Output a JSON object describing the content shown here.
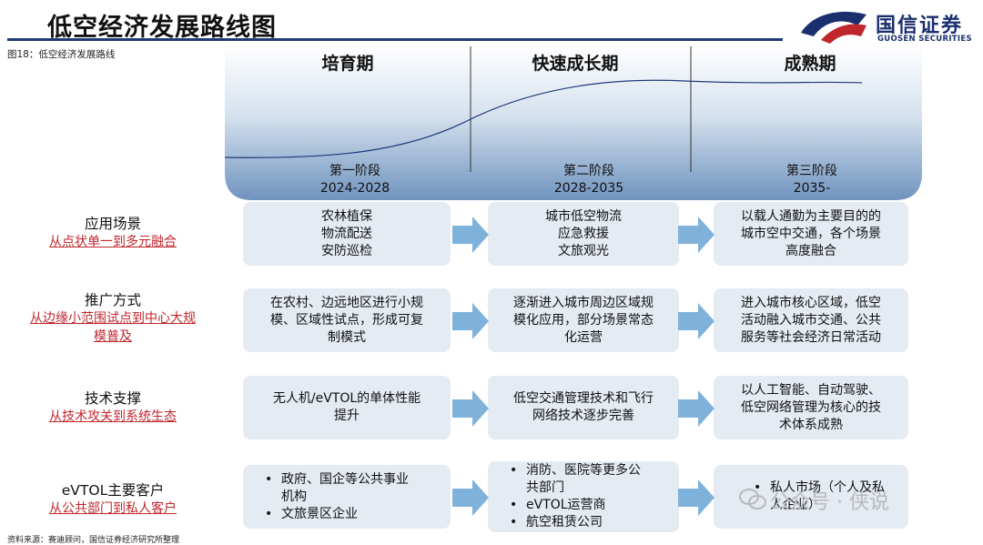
{
  "header": {
    "title": "低空经济发展路线图",
    "figure_label": "图18：低空经济发展路线",
    "logo_cn": "国信证券",
    "logo_en": "GUOSEN SECURITIES"
  },
  "phases": [
    {
      "name": "培育期",
      "stage": "第一阶段",
      "years": "2024-2028"
    },
    {
      "name": "快速成长期",
      "stage": "第二阶段",
      "years": "2028-2035"
    },
    {
      "name": "成熟期",
      "stage": "第三阶段",
      "years": "2035-"
    }
  ],
  "rows": [
    {
      "title": "应用场景",
      "subtitle": "从点状单一到多元融合",
      "cells": [
        {
          "lines": [
            "农林植保",
            "物流配送",
            "安防巡检"
          ]
        },
        {
          "lines": [
            "城市低空物流",
            "应急救援",
            "文旅观光"
          ]
        },
        {
          "lines": [
            "以载人通勤为主要目的的",
            "城市空中交通，各个场景",
            "高度融合"
          ]
        }
      ]
    },
    {
      "title": "推广方式",
      "subtitle_lines": [
        "从边缘小范围试点到中心大规",
        "模普及"
      ],
      "cells": [
        {
          "lines": [
            "在农村、边远地区进行小规",
            "模、区域性试点，形成可复",
            "制模式"
          ]
        },
        {
          "lines": [
            "逐渐进入城市周边区域规",
            "模化应用，部分场景常态",
            "化运营"
          ]
        },
        {
          "lines": [
            "进入城市核心区域，低空",
            "活动融入城市交通、公共",
            "服务等社会经济日常活动"
          ]
        }
      ]
    },
    {
      "title": "技术支撑",
      "subtitle": "从技术攻关到系统生态",
      "cells": [
        {
          "lines": [
            "无人机/eVTOL的单体性能",
            "提升"
          ]
        },
        {
          "lines": [
            "低空交通管理技术和飞行",
            "网络技术逐步完善"
          ]
        },
        {
          "lines": [
            "以人工智能、自动驾驶、",
            "低空网络管理为核心的技",
            "术体系成熟"
          ]
        }
      ]
    },
    {
      "title": "eVTOL主要客户",
      "subtitle": "从公共部门到私人客户",
      "cells": [
        {
          "bullets": [
            [
              "政府、国企等公共事业",
              "机构"
            ],
            [
              "文旅景区企业"
            ]
          ]
        },
        {
          "bullets": [
            [
              "消防、医院等更多公",
              "共部门"
            ],
            [
              "eVTOL运营商"
            ],
            [
              "航空租赁公司"
            ]
          ]
        },
        {
          "bullets": [
            [
              "私人市场（个人及私",
              "人企业）"
            ]
          ]
        }
      ]
    }
  ],
  "source": "资料来源：赛迪顾问，国信证券经济研究所整理",
  "watermark": "公众号 · 侠说",
  "colors": {
    "accent": "#1f3a7a",
    "highlight": "#c0272d",
    "box": "#e4ebf2",
    "arrow": "#7fb2db"
  }
}
